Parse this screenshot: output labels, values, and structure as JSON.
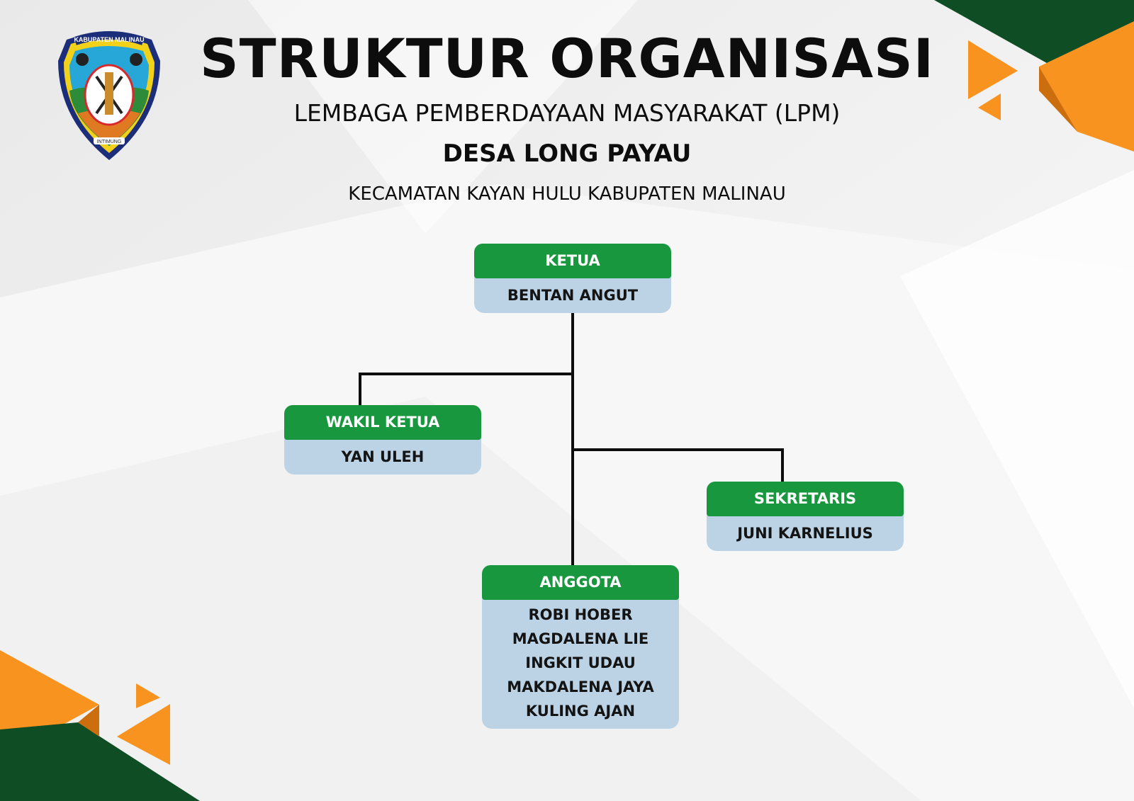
{
  "header": {
    "logo_label": "KABUPATEN MALINAU",
    "logo_motto": "INTIMUNG",
    "title": "STRUKTUR ORGANISASI",
    "subtitle": "LEMBAGA PEMBERDAYAAN MASYARAKAT (LPM)",
    "village": "DESA LONG PAYAU",
    "district": "KECAMATAN KAYAN HULU KABUPATEN MALINAU"
  },
  "org": {
    "ketua": {
      "role": "KETUA",
      "name": "BENTAN ANGUT"
    },
    "wakil_ketua": {
      "role": "WAKIL KETUA",
      "name": "YAN ULEH"
    },
    "sekretaris": {
      "role": "SEKRETARIS",
      "name": "JUNI KARNELIUS"
    },
    "anggota": {
      "role": "ANGGOTA",
      "members": [
        "ROBI HOBER",
        "MAGDALENA LIE",
        "INGKIT UDAU",
        "MAKDALENA JAYA",
        "KULING AJAN"
      ]
    }
  },
  "colors": {
    "role_header": "#18973f",
    "name_panel": "#bcd3e6",
    "accent_orange": "#f7931e",
    "accent_dark_green": "#0f4d24"
  }
}
